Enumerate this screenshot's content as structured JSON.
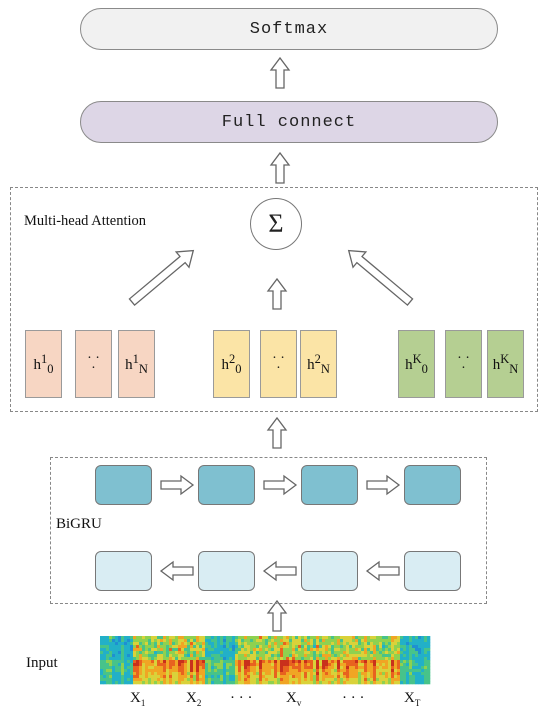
{
  "softmax_label": "Softmax",
  "fc_label": "Full connect",
  "attention_label": "Multi-head Attention",
  "sum_symbol": "Σ",
  "gru_label": "BiGRU",
  "input_label": "Input",
  "heads": [
    {
      "group": 1,
      "color": "#f7d6c3",
      "first": {
        "base": "h",
        "sup": "1",
        "sub": "0"
      },
      "mid": "· ·\n·",
      "last": {
        "base": "h",
        "sup": "1",
        "sub": "N"
      }
    },
    {
      "group": 2,
      "color": "#fbe4a6",
      "first": {
        "base": "h",
        "sup": "2",
        "sub": "0"
      },
      "mid": "· ·\n·",
      "last": {
        "base": "h",
        "sup": "2",
        "sub": "N"
      }
    },
    {
      "group": 3,
      "color": "#b5cf92",
      "first": {
        "base": "h",
        "sup": "K",
        "sub": "0"
      },
      "mid": "· ·\n·",
      "last": {
        "base": "h",
        "sup": "K",
        "sub": "N"
      }
    }
  ],
  "x_labels": [
    {
      "base": "X",
      "sub": "1"
    },
    {
      "base": "X",
      "sub": "2"
    },
    {
      "base": "· · ·",
      "sub": ""
    },
    {
      "base": "X",
      "sub": "v"
    },
    {
      "base": "· · ·",
      "sub": ""
    },
    {
      "base": "X",
      "sub": "T"
    }
  ],
  "colors": {
    "gru_forward": "#7fc0d0",
    "gru_backward": "#d9edf3",
    "fc_fill": "#ddd6e6",
    "softmax_fill": "#f1f1f1"
  }
}
